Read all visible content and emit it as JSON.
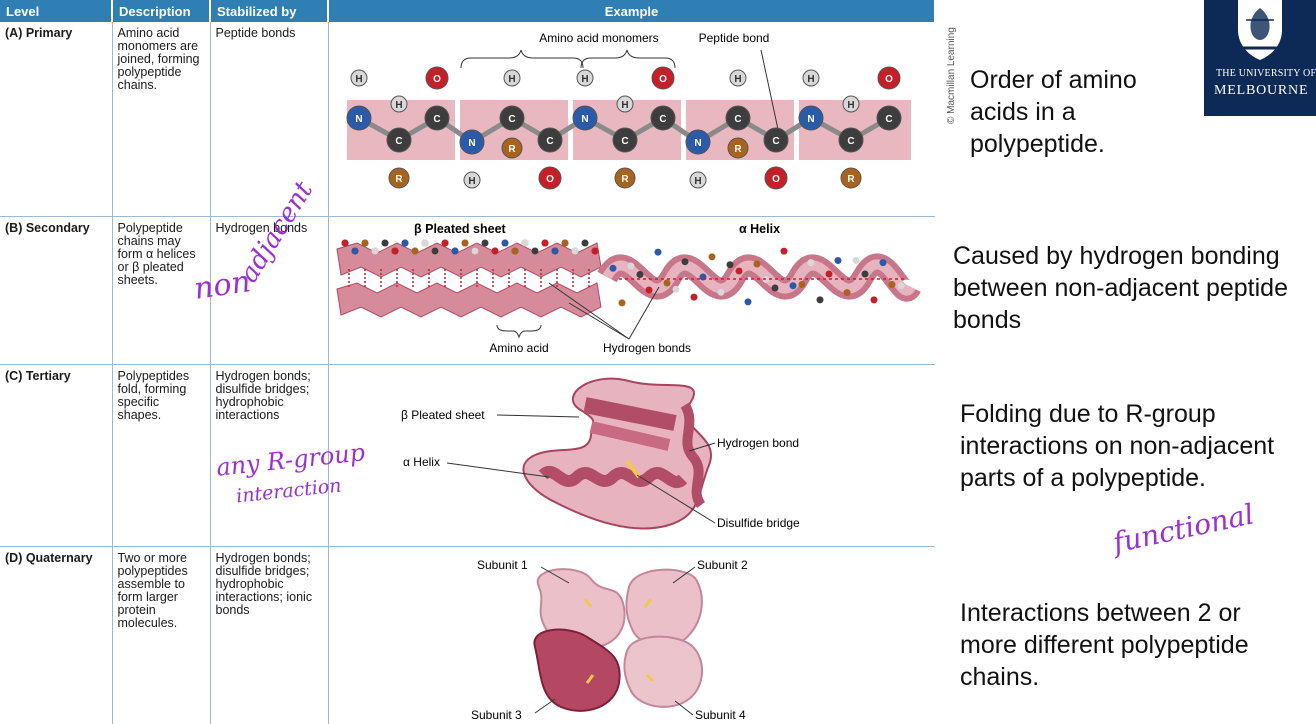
{
  "table": {
    "headers": [
      "Level",
      "Description",
      "Stabilized by",
      "Example"
    ],
    "rows": [
      {
        "level": "(A) Primary",
        "description": "Amino acid monomers are joined, forming polypeptide chains.",
        "stabilized_by": "Peptide bonds"
      },
      {
        "level": "(B) Secondary",
        "description": "Polypeptide chains may form α helices or β pleated sheets.",
        "stabilized_by": "Hydrogen bonds"
      },
      {
        "level": "(C) Tertiary",
        "description": "Polypeptides fold, forming specific shapes.",
        "stabilized_by": "Hydrogen bonds; disulfide bridges; hydrophobic interactions"
      },
      {
        "level": "(D) Quaternary",
        "description": "Two or more polypeptides assemble to form larger protein molecules.",
        "stabilized_by": "Hydrogen bonds; disulfide bridges; hydrophobic interactions; ionic bonds"
      }
    ]
  },
  "primary_figure": {
    "label_monomers": "Amino acid monomers",
    "label_peptide_bond": "Peptide bond",
    "atom_h": "H",
    "atom_c": "C",
    "atom_n": "N",
    "atom_r": "R",
    "atom_o": "O"
  },
  "secondary_figure": {
    "label_sheet": "β Pleated sheet",
    "label_helix": "α Helix",
    "label_amino_acid": "Amino acid",
    "label_hbonds": "Hydrogen bonds"
  },
  "tertiary_figure": {
    "label_sheet": "β Pleated sheet",
    "label_helix": "α Helix",
    "label_hbond": "Hydrogen bond",
    "label_disulfide": "Disulfide bridge"
  },
  "quaternary_figure": {
    "subunit_1": "Subunit 1",
    "subunit_2": "Subunit 2",
    "subunit_3": "Subunit 3",
    "subunit_4": "Subunit 4"
  },
  "credit": "© Macmillan Learning",
  "logo": {
    "line1": "THE UNIVERSITY OF",
    "line2": "MELBOURNE"
  },
  "notes": {
    "primary": "Order of amino acids in a polypeptide.",
    "secondary": "Caused by hydrogen bonding between non-adjacent peptide bonds",
    "tertiary": "Folding due to R-group interactions on non-adjacent parts of a polypeptide.",
    "quaternary": "Interactions between 2 or more different polypeptide chains."
  },
  "handwriting": {
    "non": "non",
    "adjacent": "adjacent",
    "any_r_group": "any R-group",
    "interaction": "interaction",
    "functional": "functional"
  },
  "colors": {
    "header": "#2f7fb5",
    "ribbon": "#b94a66",
    "ribbon_light": "#e8b4be",
    "hydrogen": "#d8d8d8",
    "carbon": "#3d3d3d",
    "nitrogen": "#2b5aa8",
    "oxygen": "#c81e28",
    "r_group": "#a8641f",
    "handwriting": "#9a2fd6",
    "logo_bg": "#0c2a55"
  }
}
